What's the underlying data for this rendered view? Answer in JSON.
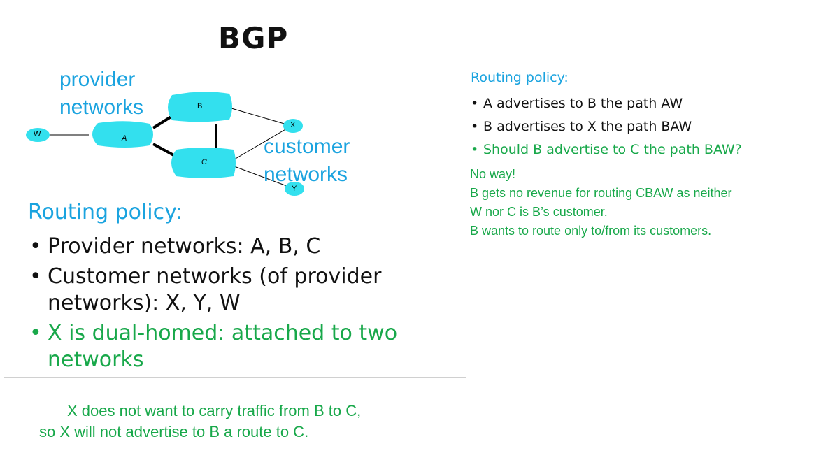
{
  "title": "BGP",
  "diagram": {
    "provider_label": [
      "provider",
      "networks"
    ],
    "customer_label": [
      "customer",
      "networks"
    ],
    "nodes": {
      "W": "W",
      "A": "A",
      "B": "B",
      "C": "C",
      "X": "X",
      "Y": "Y"
    },
    "colors": {
      "cloud": "#33e0ee",
      "blue_text": "#1aa3df",
      "green_text": "#18a84a"
    }
  },
  "left": {
    "heading": "Routing policy:",
    "bullets": [
      "Provider networks: A, B, C",
      "Customer networks (of provider networks): X, Y, W",
      "X is dual-homed: attached to two networks"
    ],
    "note_line1": "X does not want to carry traffic from B to C,",
    "note_line2": "so X will not advertise to B a route to C."
  },
  "right": {
    "heading": "Routing policy:",
    "bullets": [
      "A advertises to B the path AW",
      "B advertises to X the path BAW",
      "Should B advertise to C the path BAW?"
    ],
    "answer": [
      "No way!",
      "B gets no revenue for routing CBAW as neither",
      "W nor C is B’s customer.",
      "B wants to route only to/from its customers."
    ]
  }
}
